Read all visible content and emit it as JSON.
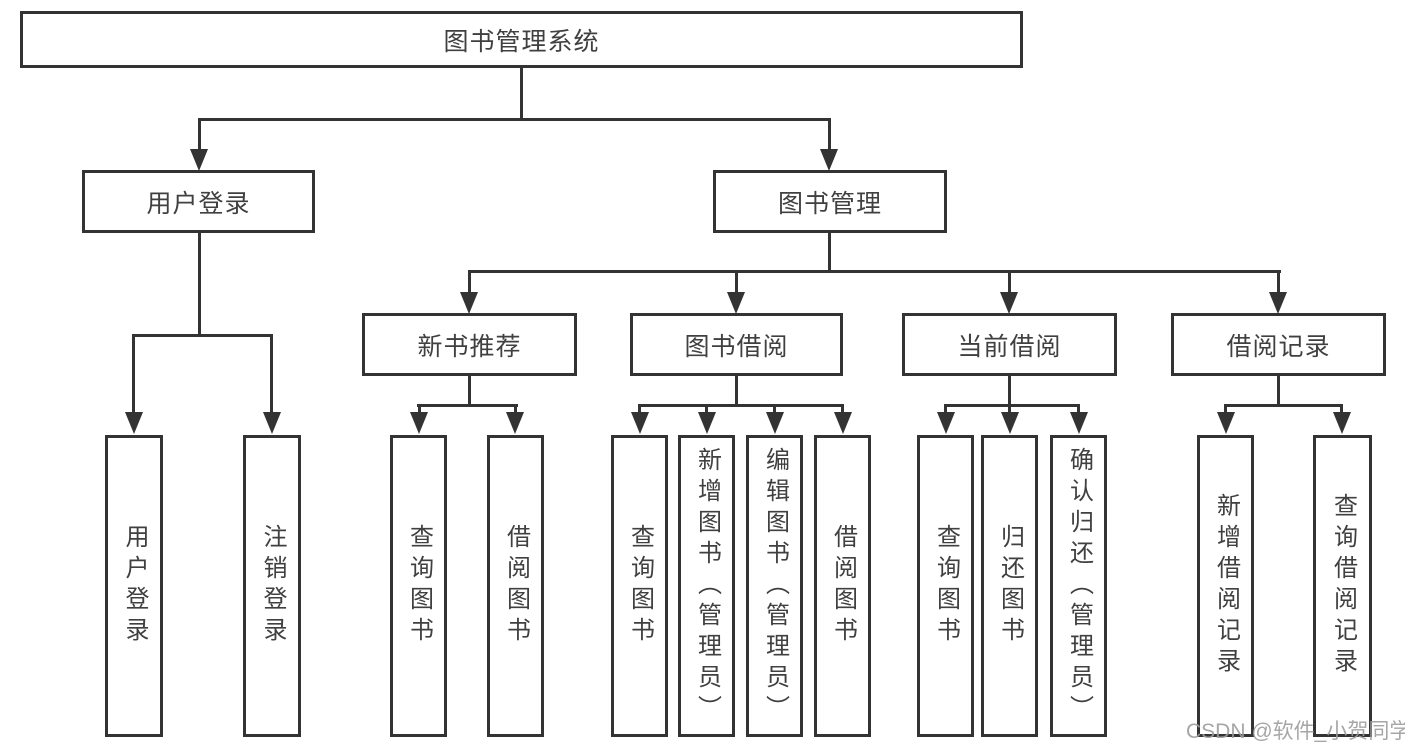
{
  "tree": {
    "root": "图书管理系统",
    "branches": [
      {
        "label": "用户登录",
        "children": [
          "用户登录",
          "注销登录"
        ]
      },
      {
        "label": "图书管理",
        "sections": [
          {
            "label": "新书推荐",
            "children": [
              "查询图书",
              "借阅图书"
            ]
          },
          {
            "label": "图书借阅",
            "children": [
              "查询图书",
              "新增图书（管理员）",
              "编辑图书（管理员）",
              "借阅图书"
            ]
          },
          {
            "label": "当前借阅",
            "children": [
              "查询图书",
              "归还图书",
              "确认归还（管理员）"
            ]
          },
          {
            "label": "借阅记录",
            "children": [
              "新增借阅记录",
              "查询借阅记录"
            ]
          }
        ]
      }
    ]
  },
  "watermark": {
    "text": "CSDN @软件_小贺同学"
  },
  "colors": {
    "line": "#333333",
    "text": "#404040",
    "background": "#ffffff",
    "watermark": "#9d9d9d"
  }
}
